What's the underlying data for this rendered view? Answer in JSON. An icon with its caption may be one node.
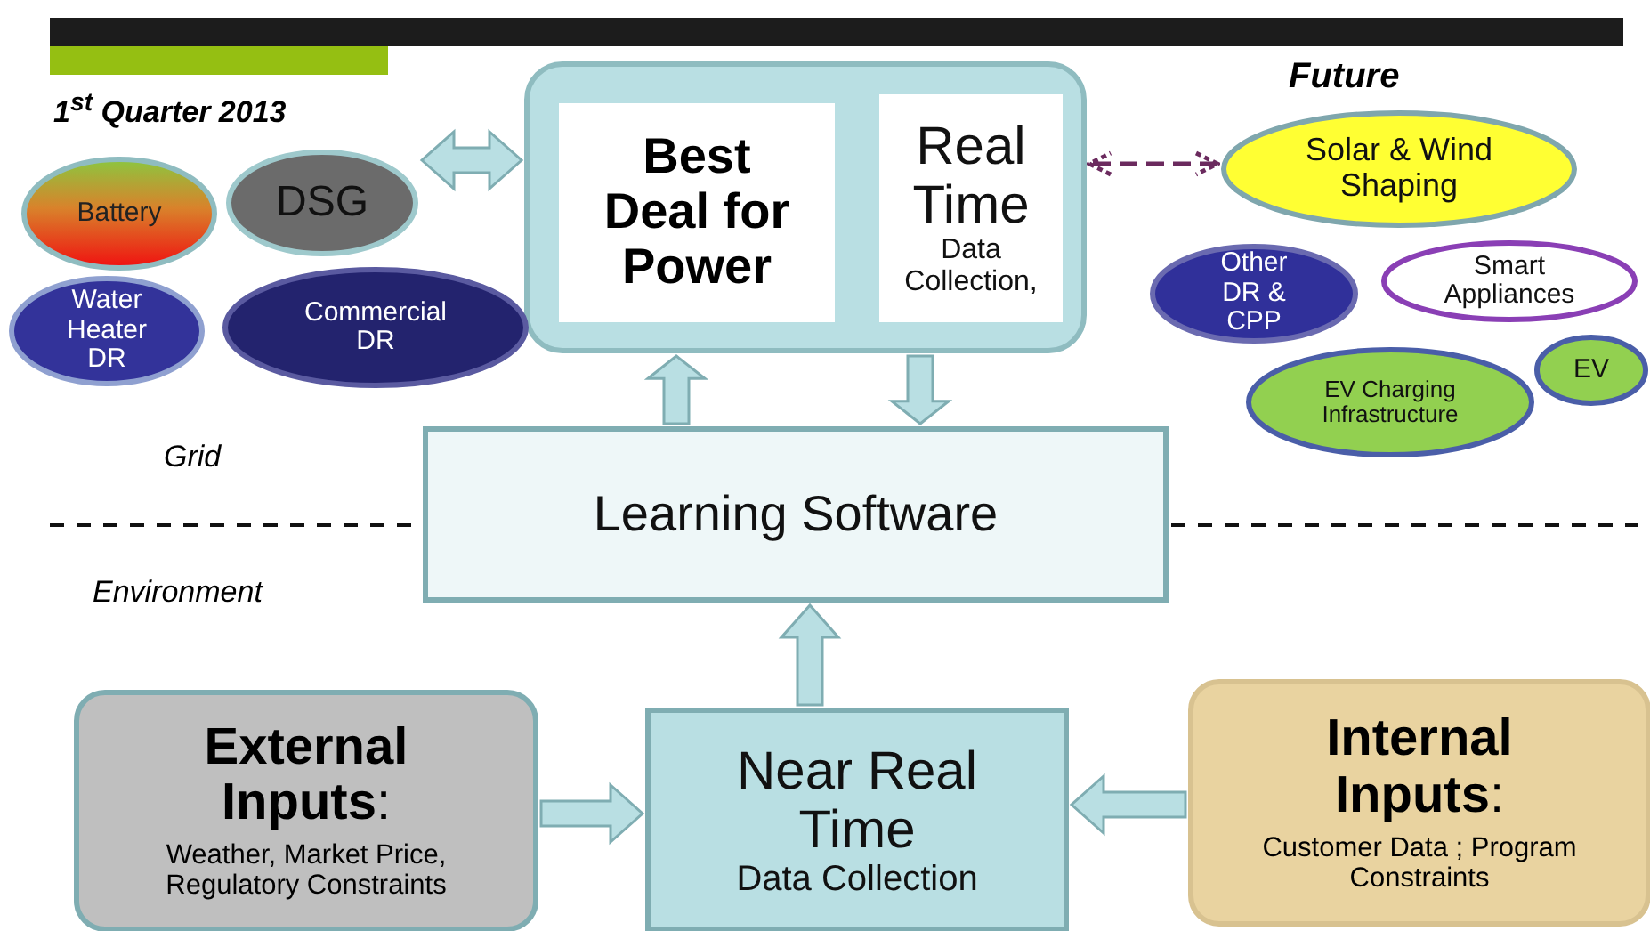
{
  "diagram": {
    "nodes": [
      {
        "text": [],
        "shape": "box"
      },
      {
        "text": [
          "Best Deal for Power"
        ],
        "in": 0
      },
      {
        "text": [
          "Real Time",
          "Data Collection,"
        ],
        "in": 0
      },
      {
        "text": [
          "Battery"
        ]
      },
      {
        "text": [
          "DSG"
        ]
      },
      {
        "text": [
          "Water Heater DR"
        ]
      },
      {
        "text": [
          "Commercial DR"
        ]
      },
      {
        "text": [
          "Solar & Wind Shaping"
        ]
      },
      {
        "text": [
          "Other DR & CPP"
        ]
      },
      {
        "text": [
          "Smart Appliances"
        ]
      },
      {
        "text": [
          "EV Charging Infrastructure"
        ]
      },
      {
        "text": [
          "EV"
        ]
      },
      {
        "text": [
          "Learning Software"
        ]
      },
      {
        "text": [
          "**External Inputs**:",
          "Weather, Market Price, Regulatory Constraints"
        ]
      },
      {
        "text": [
          "Near Real Time",
          "Data Collection"
        ]
      },
      {
        "text": [
          "**Internal Inputs**:",
          "Customer Data ; Program Constraints"
        ]
      }
    ],
    "edges": [
      {
        "from": 4,
        "to": 0,
        "arrow": "both"
      },
      {
        "from": 7,
        "to": 0,
        "arrow": "both",
        "style": "dashed",
        "color": "#6b2a5e"
      },
      {
        "from": 12,
        "to": 1,
        "arrow": "to"
      },
      {
        "from": 2,
        "to": 12,
        "arrow": "to"
      },
      {
        "from": 14,
        "to": 12,
        "arrow": "to"
      },
      {
        "from": 13,
        "to": 14,
        "arrow": "to"
      },
      {
        "from": 15,
        "to": 14,
        "arrow": "to"
      }
    ],
    "labels": [
      "1$^{st}$ Quarter 2013",
      "Future",
      "Grid",
      "Environment"
    ]
  }
}
